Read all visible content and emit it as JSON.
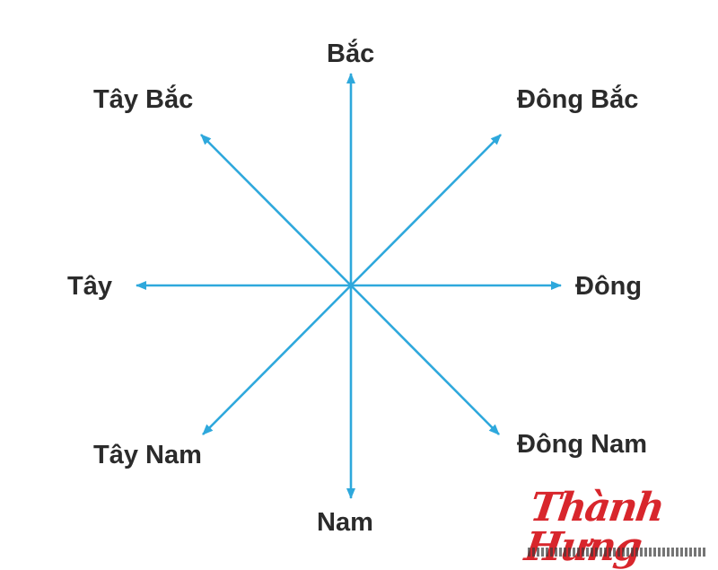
{
  "diagram": {
    "arrow_color": "#2ea8dc",
    "label_color": "#2b2b2b",
    "directions": {
      "north": "Bắc",
      "northeast": "Đông Bắc",
      "east": "Đông",
      "southeast": "Đông Nam",
      "south": "Nam",
      "southwest": "Tây Nam",
      "west": "Tây",
      "northwest": "Tây Bắc"
    }
  },
  "watermark": {
    "brand": "Thành Hưng",
    "color": "#d8262c"
  }
}
